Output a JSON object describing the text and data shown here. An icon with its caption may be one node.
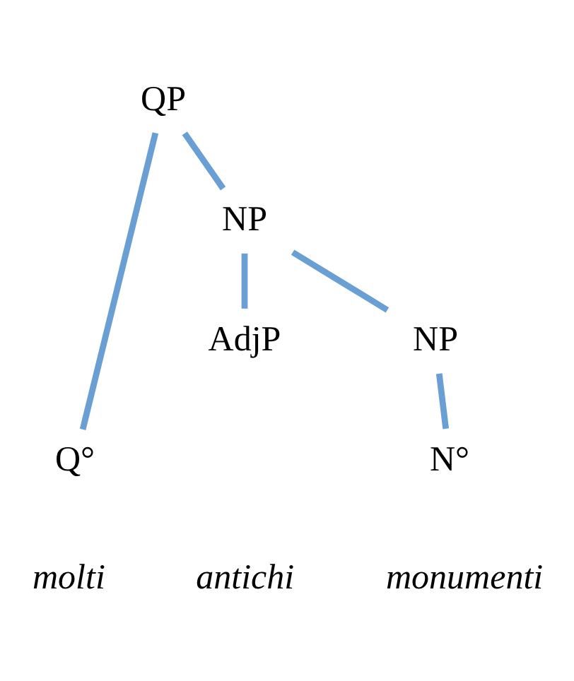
{
  "diagram": {
    "nodes": [
      {
        "text": [
          "QP"
        ]
      },
      {
        "text": [
          "Q°"
        ]
      },
      {
        "text": [
          "NP"
        ]
      },
      {
        "text": [
          "AdjP"
        ]
      },
      {
        "text": [
          "NP"
        ]
      },
      {
        "text": [
          "N°"
        ]
      }
    ],
    "edges": [
      {
        "from": 0,
        "to": 1,
        "arrow": "none"
      },
      {
        "from": 0,
        "to": 2,
        "arrow": "none"
      },
      {
        "from": 2,
        "to": 3,
        "arrow": "none"
      },
      {
        "from": 2,
        "to": 4,
        "arrow": "none"
      },
      {
        "from": 4,
        "to": 5,
        "arrow": "none"
      }
    ],
    "labels": [
      "molti",
      "antichi",
      "monumenti"
    ]
  }
}
